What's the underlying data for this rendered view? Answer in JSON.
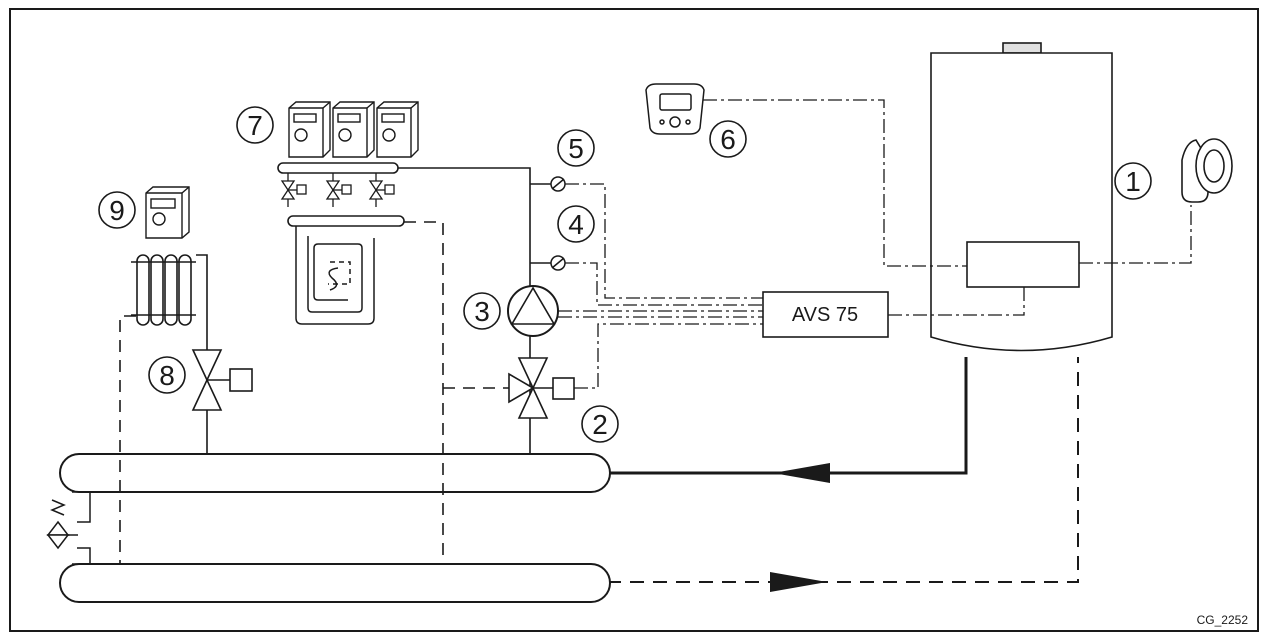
{
  "diagram": {
    "callouts": [
      {
        "id": "1",
        "label": "1"
      },
      {
        "id": "2",
        "label": "2"
      },
      {
        "id": "3",
        "label": "3"
      },
      {
        "id": "4",
        "label": "4"
      },
      {
        "id": "5",
        "label": "5"
      },
      {
        "id": "6",
        "label": "6"
      },
      {
        "id": "7",
        "label": "7"
      },
      {
        "id": "8",
        "label": "8"
      },
      {
        "id": "9",
        "label": "9"
      }
    ],
    "controller_label": "AVS 75",
    "figure_code": "CG_2252"
  },
  "colors": {
    "line": "#1a1a1a",
    "background": "#ffffff"
  }
}
